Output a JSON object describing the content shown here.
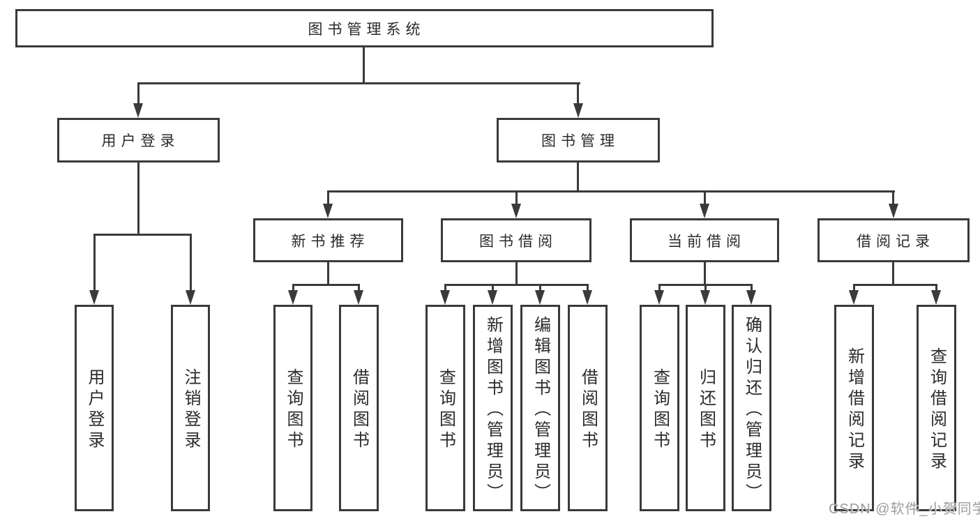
{
  "root": {
    "label": "图书管理系统"
  },
  "user_login_branch": {
    "label": "用户登录",
    "children": [
      {
        "label": "用户登录"
      },
      {
        "label": "注销登录"
      }
    ]
  },
  "book_mgmt_branch": {
    "label": "图书管理",
    "sections": [
      {
        "label": "新书推荐",
        "children": [
          {
            "label": "查询图书"
          },
          {
            "label": "借阅图书"
          }
        ]
      },
      {
        "label": "图书借阅",
        "children": [
          {
            "label": "查询图书"
          },
          {
            "label": "新增图书（管理员）"
          },
          {
            "label": "编辑图书（管理员）"
          },
          {
            "label": "借阅图书"
          }
        ]
      },
      {
        "label": "当前借阅",
        "children": [
          {
            "label": "查询图书"
          },
          {
            "label": "归还图书"
          },
          {
            "label": "确认归还（管理员）"
          }
        ]
      },
      {
        "label": "借阅记录",
        "children": [
          {
            "label": "新增借阅记录"
          },
          {
            "label": "查询借阅记录"
          }
        ]
      }
    ]
  },
  "watermark": {
    "text": "CSDN @软件_小贺同学"
  },
  "colors": {
    "line": "#3a3a3a",
    "text": "#2b2b2b",
    "background": "#ffffff",
    "watermark": "#9c9c9c"
  }
}
